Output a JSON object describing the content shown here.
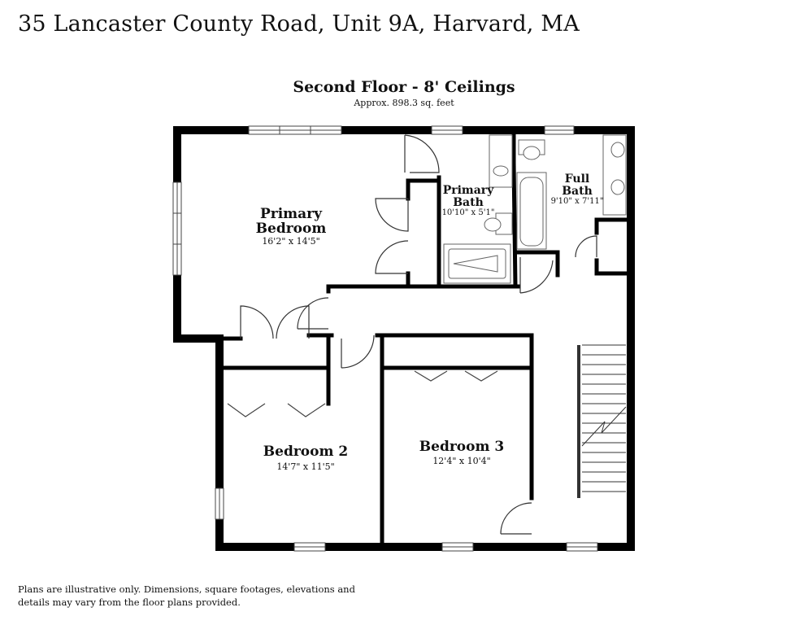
{
  "header": {
    "address": "35 Lancaster County Road, Unit 9A, Harvard, MA"
  },
  "floor": {
    "title": "Second Floor - 8' Ceilings",
    "area": "Approx. 898.3 sq. feet"
  },
  "rooms": [
    {
      "name_line1": "Primary",
      "name_line2": "Bedroom",
      "dimensions": "16'2\" x 14'5\""
    },
    {
      "name_line1": "Primary",
      "name_line2": "Bath",
      "dimensions": "10'10\" x 5'1\""
    },
    {
      "name_line1": "Full",
      "name_line2": "Bath",
      "dimensions": "9'10\" x 7'11\""
    },
    {
      "name_line1": "Bedroom 2",
      "dimensions": "14'7\" x 11'5\""
    },
    {
      "name_line1": "Bedroom 3",
      "dimensions": "12'4\" x 10'4\""
    }
  ],
  "footer": {
    "disclaimer": "Plans are illustrative only. Dimensions, square footages, elevations and details may vary from the floor plans provided."
  },
  "colors": {
    "wall": "#000000",
    "fixture": "#555555",
    "background": "#ffffff"
  }
}
